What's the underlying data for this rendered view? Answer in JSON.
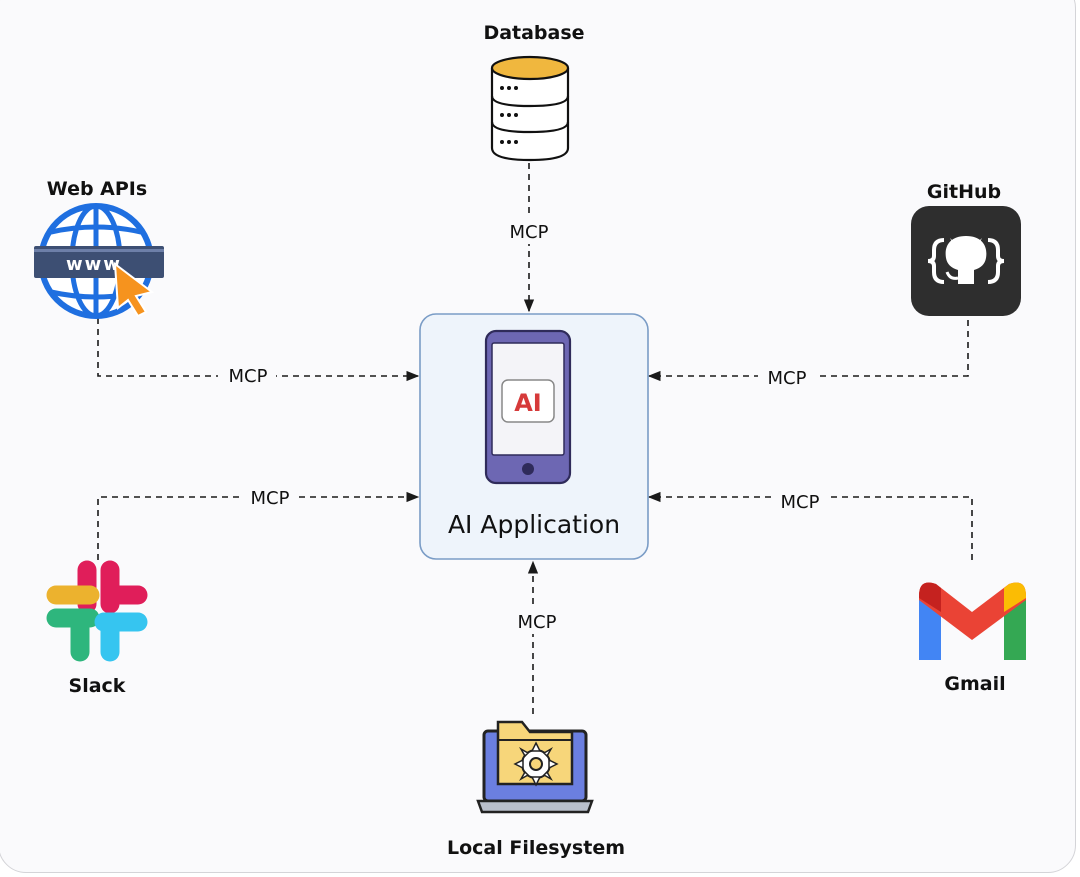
{
  "center": {
    "title": "AI Application",
    "badge": "AI"
  },
  "nodes": {
    "database": {
      "label": "Database"
    },
    "web_apis": {
      "label": "Web APIs",
      "badge": "www"
    },
    "github": {
      "label": "GitHub"
    },
    "slack": {
      "label": "Slack"
    },
    "gmail": {
      "label": "Gmail"
    },
    "filesystem": {
      "label": "Local Filesystem"
    }
  },
  "connections": {
    "database": "MCP",
    "web_apis": "MCP",
    "github": "MCP",
    "slack": "MCP",
    "gmail": "MCP",
    "filesystem": "MCP"
  },
  "colors": {
    "center_fill": "#eef4fb",
    "center_stroke": "#7a9cc6",
    "phone": "#6d67b3",
    "ai_red": "#d63a3a",
    "github_bg": "#2e2e2e",
    "globe_blue": "#1f6fe0",
    "cursor_orange": "#f6931e",
    "db_gold": "#f0b73e",
    "folder_yellow": "#f7d67a",
    "laptop_screen": "#6b7fe0"
  }
}
